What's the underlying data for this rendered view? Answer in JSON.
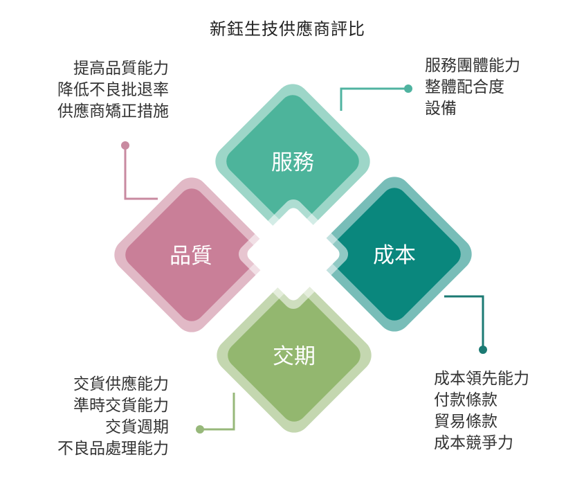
{
  "title": "新鈺生技供應商評比",
  "colors": {
    "service": "#4db49b",
    "quality": "#c97f98",
    "cost": "#0a877d",
    "delivery": "#93b76f",
    "service_line": "#4fb3a0",
    "quality_line": "#c88aa0",
    "cost_line": "#1b7a73",
    "delivery_line": "#97b87a"
  },
  "petals": {
    "service": "服務",
    "quality": "品質",
    "cost": "成本",
    "delivery": "交期"
  },
  "notes": {
    "quality": [
      "提高品質能力",
      "降低不良批退率",
      "供應商矯正措施"
    ],
    "service": [
      "服務團體能力",
      "整體配合度",
      "設備"
    ],
    "cost": [
      "成本領先能力",
      "付款條款",
      "貿易條款",
      "成本競爭力"
    ],
    "delivery": [
      "交貨供應能力",
      "準時交貨能力",
      "交貨週期",
      "不良品處理能力"
    ]
  }
}
